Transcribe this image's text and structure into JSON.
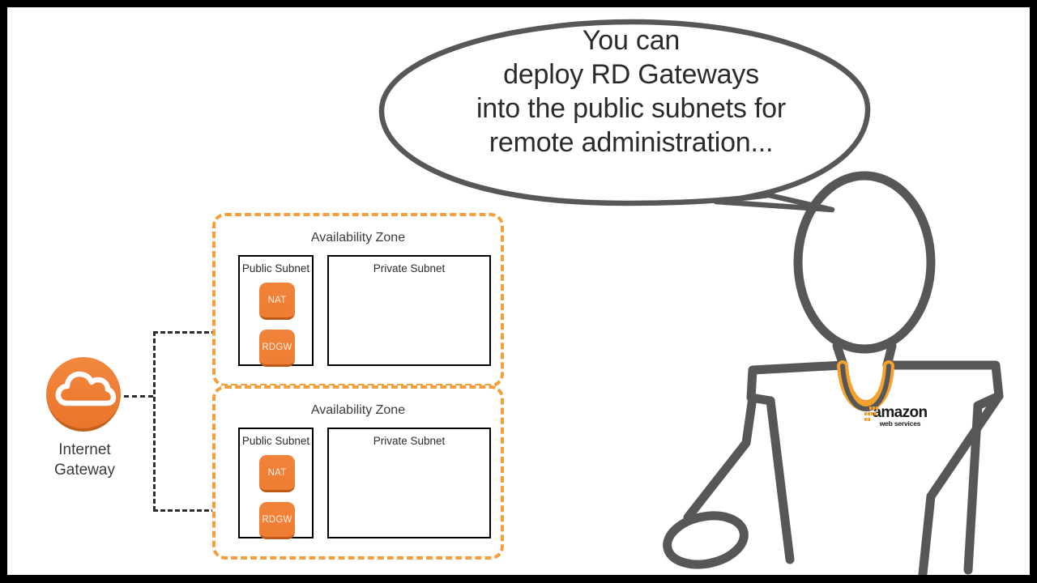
{
  "frame": {
    "background_color": "#000000",
    "canvas_color": "#ffffff"
  },
  "speech_bubble": {
    "name": "speech-bubble",
    "lines": [
      "You can",
      "deploy RD Gateways",
      "into the public subnets for",
      "remote administration..."
    ],
    "text_color": "#2b2b2b",
    "outline_color": "#575757"
  },
  "diagram": {
    "internet_gateway": {
      "icon": "cloud-icon",
      "label_lines": [
        "Internet",
        "Gateway"
      ],
      "color": "#ee7d33"
    },
    "availability_zones": [
      {
        "title": "Availability Zone",
        "border_color": "#f3a03c",
        "public_subnet": {
          "title": "Public Subnet",
          "nodes": [
            {
              "label": "NAT"
            },
            {
              "label": "RDGW"
            }
          ]
        },
        "private_subnet": {
          "title": "Private Subnet",
          "nodes": []
        }
      },
      {
        "title": "Availability Zone",
        "border_color": "#f3a03c",
        "public_subnet": {
          "title": "Public Subnet",
          "nodes": [
            {
              "label": "NAT"
            },
            {
              "label": "RDGW"
            }
          ]
        },
        "private_subnet": {
          "title": "Private Subnet",
          "nodes": []
        }
      }
    ],
    "connector_color": "#2e2e2e",
    "node_color": "#ee7d33"
  },
  "character": {
    "name": "aws-presenter-figure",
    "outline_color": "#575757",
    "collar_color": "#f5a12e",
    "shirt_logo": {
      "word": "amazon",
      "sub": "web services",
      "mark_color": "#f5a12e"
    }
  }
}
